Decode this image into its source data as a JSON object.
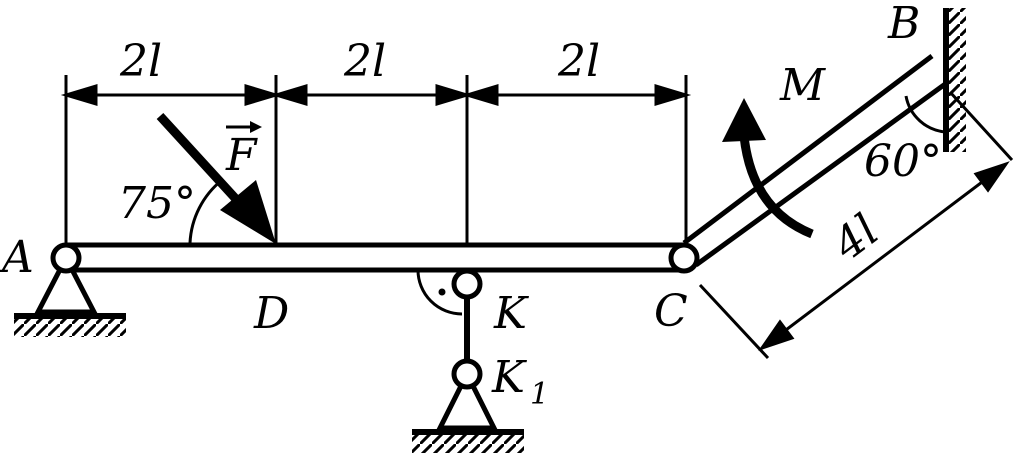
{
  "diagram": {
    "points": {
      "A": "A",
      "B": "B",
      "C": "C",
      "D": "D",
      "K": "K",
      "K1_base": "K",
      "K1_sub": "1"
    },
    "dimensions": {
      "span_AD": "2l",
      "span_DK": "2l",
      "span_KC": "2l",
      "length_CB": "4l"
    },
    "angles": {
      "force_angle": "75°",
      "wall_angle": "60°"
    },
    "loads": {
      "force": "F",
      "moment": "M"
    },
    "colors": {
      "ink": "#000000",
      "background": "#ffffff"
    }
  }
}
